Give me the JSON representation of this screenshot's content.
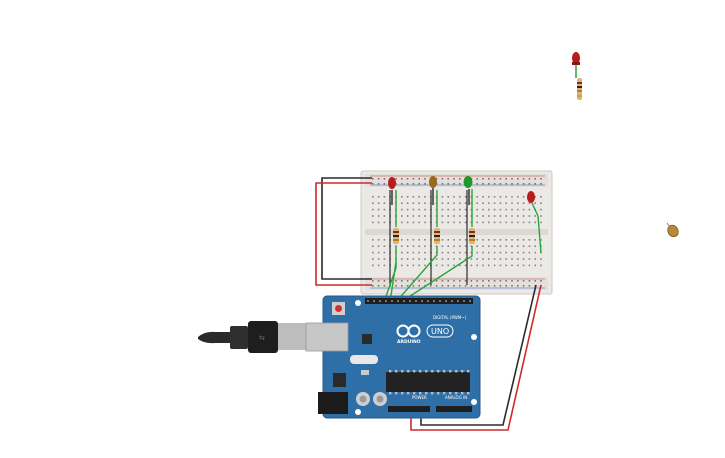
{
  "arduino": {
    "brand_text": "ARDUINO",
    "model_text": "UNO",
    "digital_label": "DIGITAL (PWM~)",
    "power_label": "POWER",
    "analog_label": "ANALOG IN"
  },
  "colors": {
    "board": "#2f6fa7",
    "breadboard": "#ebe9e6",
    "wire_red": "#d02a2a",
    "wire_black": "#2b2b2b",
    "wire_green": "#2aa43a",
    "led_red": "#b81c1c",
    "led_amber": "#9a6a1a",
    "led_green": "#1f9a2a"
  },
  "components": {
    "leds": [
      "red-led",
      "amber-led",
      "green-led",
      "red-led"
    ],
    "loose_parts": [
      "red-led",
      "resistor",
      "capacitor"
    ]
  }
}
